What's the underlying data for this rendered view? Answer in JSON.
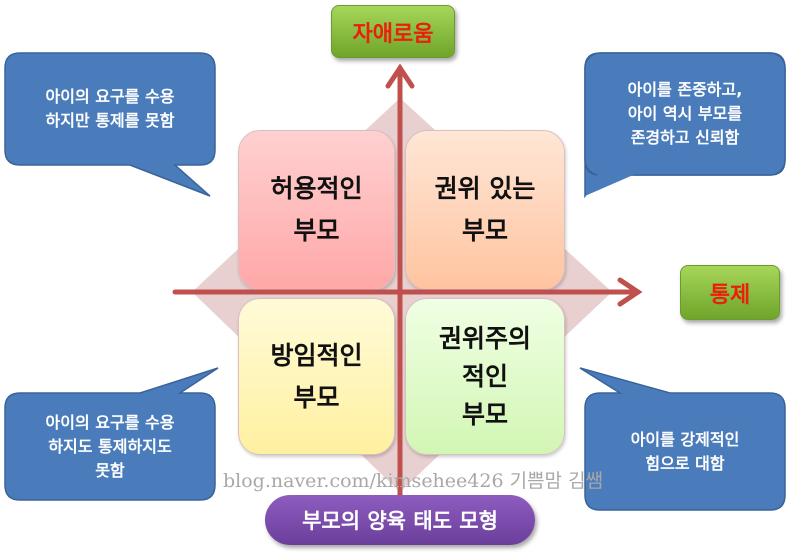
{
  "axes": {
    "top_label": "자애로움",
    "right_label": "통제",
    "bottom_title": "부모의 양육 태도 모형"
  },
  "quadrants": {
    "top_left": {
      "line1": "허용적인",
      "line2": "부모"
    },
    "top_right": {
      "line1": "권위 있는",
      "line2": "부모"
    },
    "bottom_left": {
      "line1": "방임적인",
      "line2": "부모"
    },
    "bottom_right": {
      "line1": "권위주의",
      "line2": "적인",
      "line3": "부모"
    }
  },
  "callouts": {
    "top_left": {
      "line1": "아이의 요구를 수용",
      "line2": "하지만 통제를 못함"
    },
    "top_right": {
      "line1": "아이를 존중하고,",
      "line2": "아이 역시 부모를",
      "line3": "존경하고 신뢰함"
    },
    "bottom_left": {
      "line1": "아이의 요구를 수용",
      "line2": "하지도 통제하지도",
      "line3": "못함"
    },
    "bottom_right": {
      "line1": "아이를 강제적인",
      "line2": "힘으로 대함"
    }
  },
  "watermark": "blog.naver.com/kimsehee426 기쁨맘 김쌤",
  "colors": {
    "callout": "#4a7cbc",
    "arrow": "#c0504d",
    "top_label_text": "#e8200c",
    "right_label_text": "#e8200c"
  }
}
